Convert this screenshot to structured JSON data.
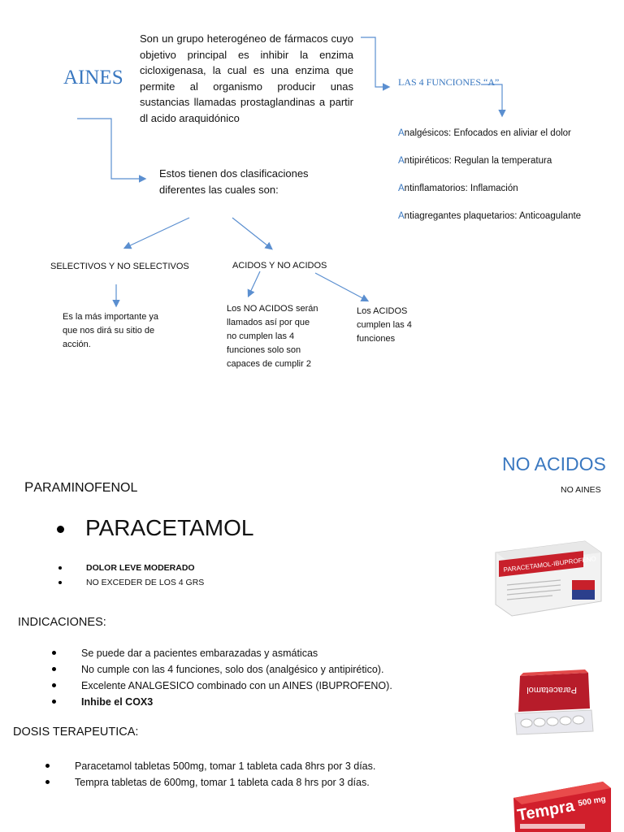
{
  "top": {
    "title": "AINES",
    "intro": "Son un grupo heterogéneo de fármacos cuyo objetivo principal es inhibir la enzima cicloxigenasa, la cual es una enzima que permite al organismo producir unas sustancias llamadas prostaglandinas a partir dl acido araquidónico",
    "funciones_title": "LAS 4 FUNCIONES “A”",
    "funciones": [
      {
        "first": "A",
        "rest": "nalgésicos: Enfocados en aliviar el dolor"
      },
      {
        "first": "A",
        "rest": "ntipiréticos: Regulan la temperatura"
      },
      {
        "first": "A",
        "rest": "ntinflamatorios: Inflamación"
      },
      {
        "first": "A",
        "rest": "ntiagregantes plaquetarios: Anticoagulante"
      }
    ],
    "clasificaciones": "Estos tienen dos clasificaciones diferentes las cuales son:",
    "selectivos": "SELECTIVOS Y NO SELECTIVOS",
    "acidos": "ACIDOS Y NO ACIDOS",
    "selectivos_note": "Es la más importante ya que nos dirá su sitio de acción.",
    "no_acidos_note": "Los NO ACIDOS serán llamados así por que no cumplen las 4 funciones solo son capaces de cumplir 2",
    "acidos_note": "Los ACIDOS cumplen las 4 funciones"
  },
  "bottom": {
    "no_acidos_title": "NO ACIDOS",
    "no_aines": "NO AINES",
    "paraminofenol_cap": "P",
    "paraminofenol_rest": "ARAMINOFENOL",
    "paracetamol": "PARACETAMOL",
    "small_bullets": [
      "DOLOR LEVE MODERADO",
      "NO EXCEDER DE LOS 4 GRS"
    ],
    "indicaciones_title": "INDICACIONES:",
    "indicaciones": [
      "Se puede dar a pacientes embarazadas y asmáticas",
      "No cumple con las 4 funciones, solo dos (analgésico y antipirético).",
      "Excelente ANALGESICO combinado con un AINES (IBUPROFENO).",
      "Inhibe el COX3"
    ],
    "dosis_title": "DOSIS TERAPEUTICA:",
    "dosis": [
      "Paracetamol tabletas 500mg, tomar 1 tableta cada 8hrs por 3 días.",
      "Tempra tabletas de 600mg, tomar 1 tableta cada 8 hrs por 3 días."
    ]
  },
  "images": {
    "box1_title": "PARACETAMOL-IBUPROFENO",
    "box2_title": "Paracetamol",
    "box3_title": "Tempra",
    "box3_dose": "500 mg"
  },
  "colors": {
    "accent": "#3a78c0",
    "box_red": "#c8202b"
  }
}
